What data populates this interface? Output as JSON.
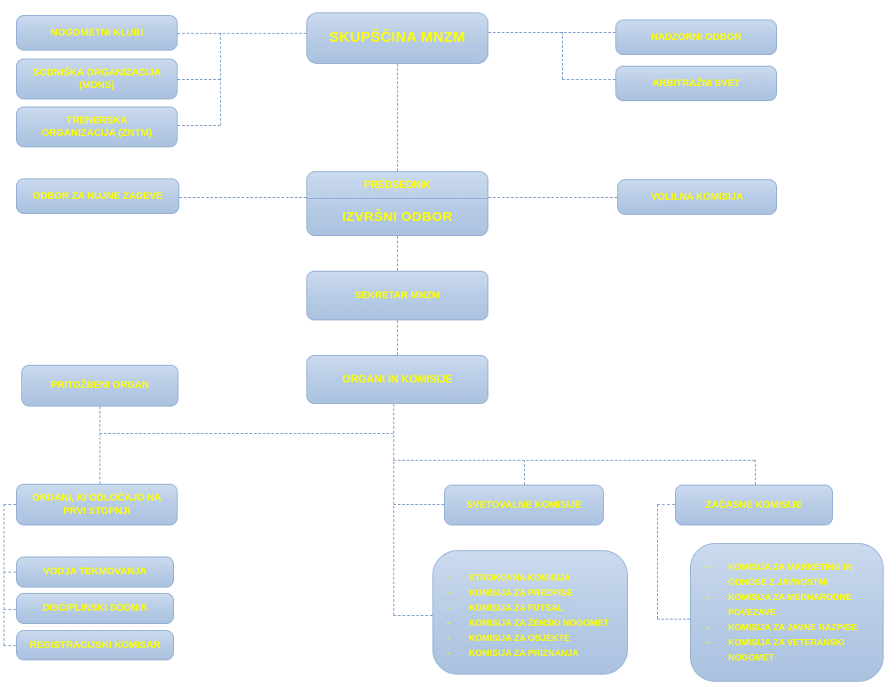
{
  "colors": {
    "box_fill": "#b7cbe5",
    "box_border": "#93b0d5",
    "label_text": "#ffff00",
    "connector": "#7f9ec6",
    "background": "#ffffff"
  },
  "nodes": {
    "nogometni_klubi": {
      "label": "NOGOMETNI KLUBI"
    },
    "sodniska_organizacija": {
      "label": "SODNIŠKA ORGANIZACIJA\n(MDNS)"
    },
    "trenerska_organizacija": {
      "label": "TRENERSKA\nORGANIZACIJA (ZNTM)"
    },
    "skupscina": {
      "label": "SKUPŠČINA MNZM"
    },
    "nadzorni_odbor": {
      "label": "NADZORNI ODBOR"
    },
    "arbitrazni_svet": {
      "label": "ARBITRAŽNI SVET"
    },
    "odbor_za_nujne_zadeve": {
      "label": "ODBOR ZA NUJNE ZADEVE"
    },
    "predsednik": {
      "label": "PREDSEDNIK"
    },
    "izvrsni_odbor": {
      "label": "IZVRŠNI ODBOR"
    },
    "volilna_komisija": {
      "label": "VOLILNA KOMISIJA"
    },
    "sekretar": {
      "label": "SEKRETAR MNZM"
    },
    "organi_in_komisije": {
      "label": "ORGANI IN KOMISIJE"
    },
    "pritozbeni_organ": {
      "label": "PRITOŽBENI ORGAN"
    },
    "organi_prve_stopnje": {
      "label": "ORGANI, KI ODLOČAJO NA\nPRVI STOPNJI"
    },
    "vodja_tekmovanja": {
      "label": "VODJA TEKMOVANJA"
    },
    "disciplinski_sodnik": {
      "label": "DISCIPLINSKI SODNIK"
    },
    "registracijski_komisar": {
      "label": "REGISTRACIJSKI KOMISAR"
    },
    "svetovalne_komisije": {
      "label": "SVETOVALNE KOMISIJE"
    },
    "zacasne_komisije": {
      "label": "ZAČASNE KOMISIJE"
    }
  },
  "lists": {
    "svetovalne": {
      "bullet": "-",
      "items": [
        "STROKOVNA KOMISIJA",
        "KOMISIJA ZA PREDPISE",
        "KOMISIJA ZA FUTSAL",
        "KOMISIJA ZA ŽENSKI NOGOMET",
        "KOMISIJA ZA OBJEKTE",
        "KOMISIJA ZA PRIZNANJA"
      ]
    },
    "zacasne": {
      "bullet": "-",
      "items": [
        "KOMISIJA ZA MARKETING IN\nODNOSE Z JAVNOSTMI",
        "KOMISIJA ZA MEDNARODNE\nPOVEZAVE",
        "KOMISIJA ZA JAVNE RAZPISE",
        "KOMISIJA ZA VETERANSKI\nNOGOMET"
      ]
    }
  }
}
